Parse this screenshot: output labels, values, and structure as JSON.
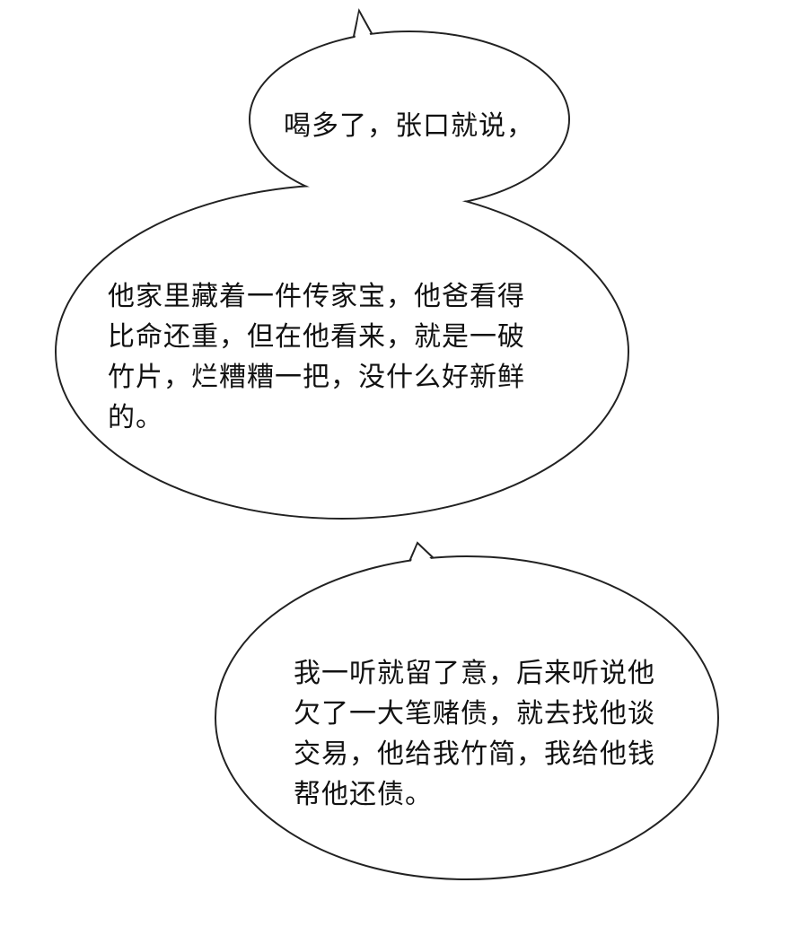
{
  "bubbles": [
    {
      "lines": [
        "喝多了，张口就说，"
      ]
    },
    {
      "lines": [
        "他家里藏着一件传家宝，他爸看得",
        "比命还重，但在他看来，就是一破",
        "竹片，烂糟糟一把，没什么好新鲜",
        "的。"
      ]
    },
    {
      "lines": [
        "我一听就留了意，后来听说他",
        "欠了一大笔赌债，就去找他谈",
        "交易，他给我竹简，我给他钱",
        "帮他还债。"
      ]
    }
  ],
  "colors": {
    "stroke": "#222222",
    "fill": "#ffffff",
    "text": "#111111"
  }
}
